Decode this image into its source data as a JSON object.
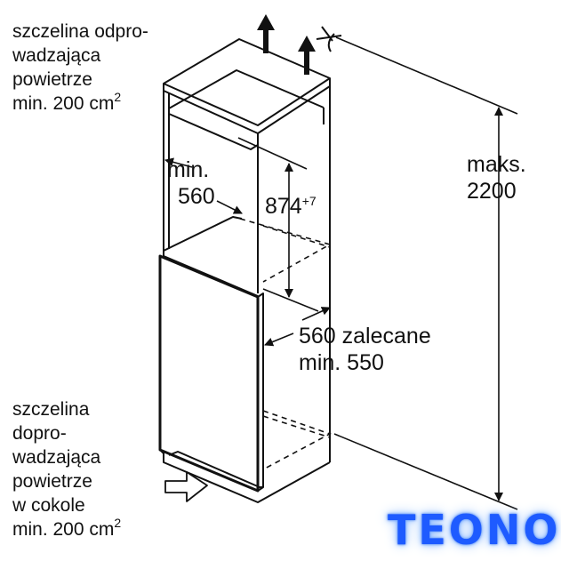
{
  "labels": {
    "top_vent": {
      "lines": [
        "szczelina odpro-",
        "wadzająca",
        "powietrze",
        "min. 200 cm"
      ],
      "superscript": "2"
    },
    "bottom_vent": {
      "lines": [
        "szczelina",
        "dopro-",
        "wadzająca",
        "powietrze",
        "w cokole",
        "min. 200 cm"
      ],
      "superscript": "2"
    },
    "max_height": {
      "line1": "maks.",
      "line2": "2200"
    },
    "niche_depth": {
      "line1": "min.",
      "line2": "560"
    },
    "inner_height": {
      "value": "874",
      "superscript": "+7"
    },
    "niche_width": {
      "line1": "560 zalecane",
      "line2": "min. 550"
    }
  },
  "logo": "TEONO",
  "colors": {
    "line": "#111111",
    "background": "#ffffff",
    "logo": "#1e5bff",
    "logo_glow": "#9cc4ff"
  }
}
